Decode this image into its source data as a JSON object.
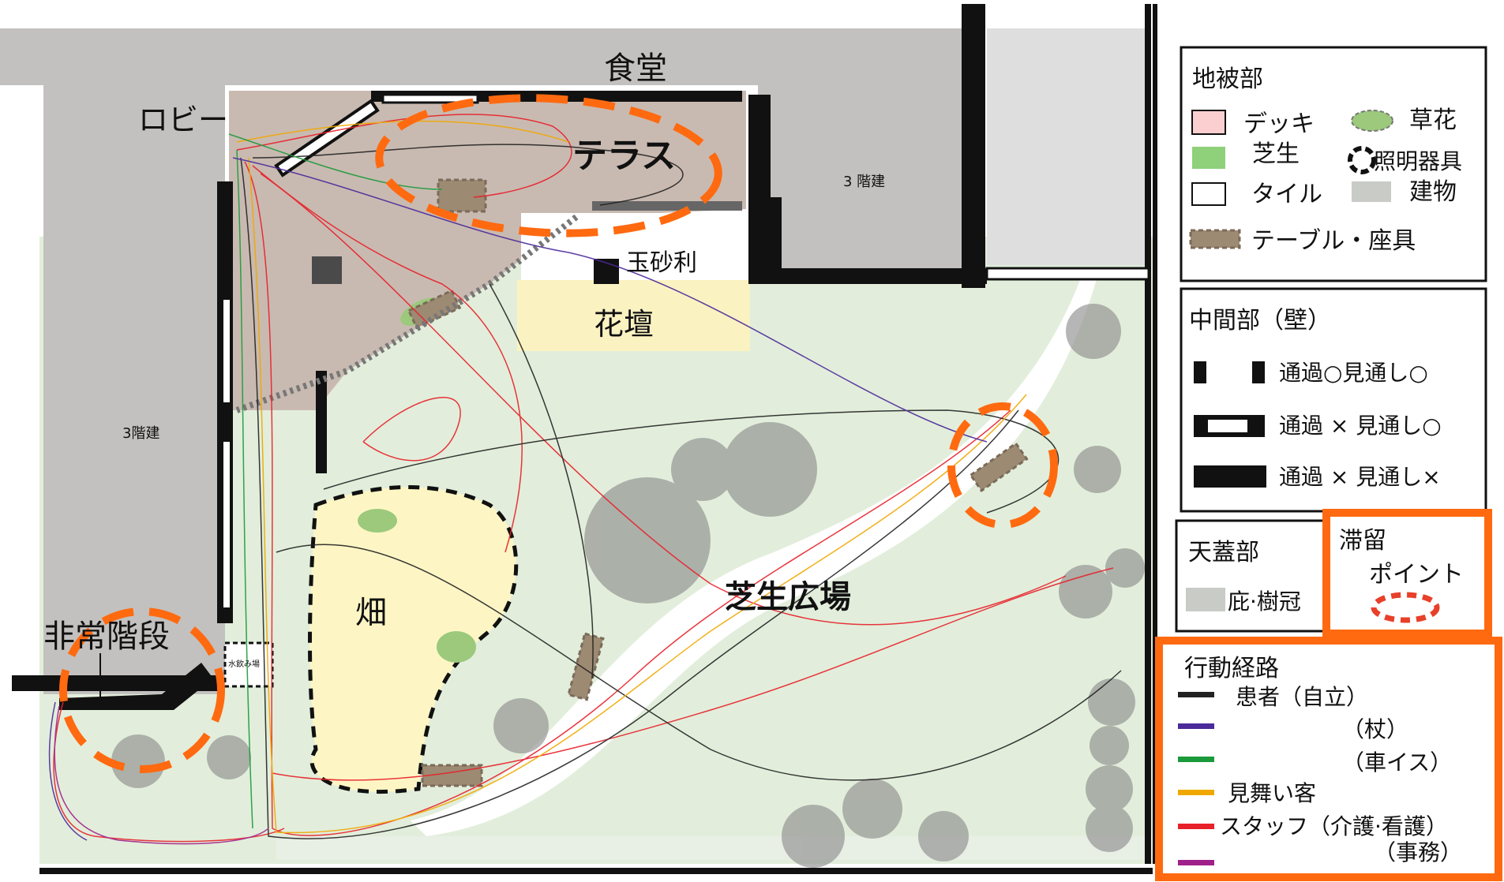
{
  "site_labels": {
    "dining": "食堂",
    "lobby": "ロビー",
    "terrace": "テラス",
    "three_story_right": "3 階建",
    "three_story_left": "3階建",
    "gravel": "玉砂利",
    "flowerbed": "花壇",
    "lawn_plaza": "芝生広場",
    "field": "畑",
    "emergency_stairs": "非常階段",
    "water_fountain": "水飲み場"
  },
  "legend_ground": {
    "title": "地被部",
    "deck": "デッキ",
    "flowers": "草花",
    "lawn": "芝生",
    "lighting": "照明器具",
    "tile": "タイル",
    "building": "建物",
    "furniture": "テーブル・座具"
  },
  "legend_wall": {
    "title": "中間部（壁）",
    "row1": "通過○見通し○",
    "row2": "通過 × 見通し○",
    "row3": "通過 × 見通し×"
  },
  "legend_canopy": {
    "title": "天蓋部",
    "eaves": "庇·樹冠"
  },
  "legend_stay": {
    "title": "滞留",
    "point": "ポイント"
  },
  "legend_routes": {
    "title": "行動経路",
    "items": [
      {
        "label": "患者（自立）",
        "color": "#222222"
      },
      {
        "label": "（杖）",
        "color": "#4b2a9a"
      },
      {
        "label": "（車イス）",
        "color": "#1a9a3a"
      },
      {
        "label": "見舞い客",
        "color": "#f0a800"
      },
      {
        "label": "スタッフ（介護·看護）",
        "color": "#e8202a"
      },
      {
        "label": "（事務）",
        "color": "#a0208a"
      }
    ]
  },
  "colors": {
    "highlight": "#ff6a10",
    "building": "#c3c1bf",
    "lawn": "#e2eedb",
    "deck": "#c9bab1",
    "field": "#fdf6c4",
    "flowerbed": "#fbf2c2",
    "tree": "#8f8f8f",
    "wall": "#111111"
  }
}
